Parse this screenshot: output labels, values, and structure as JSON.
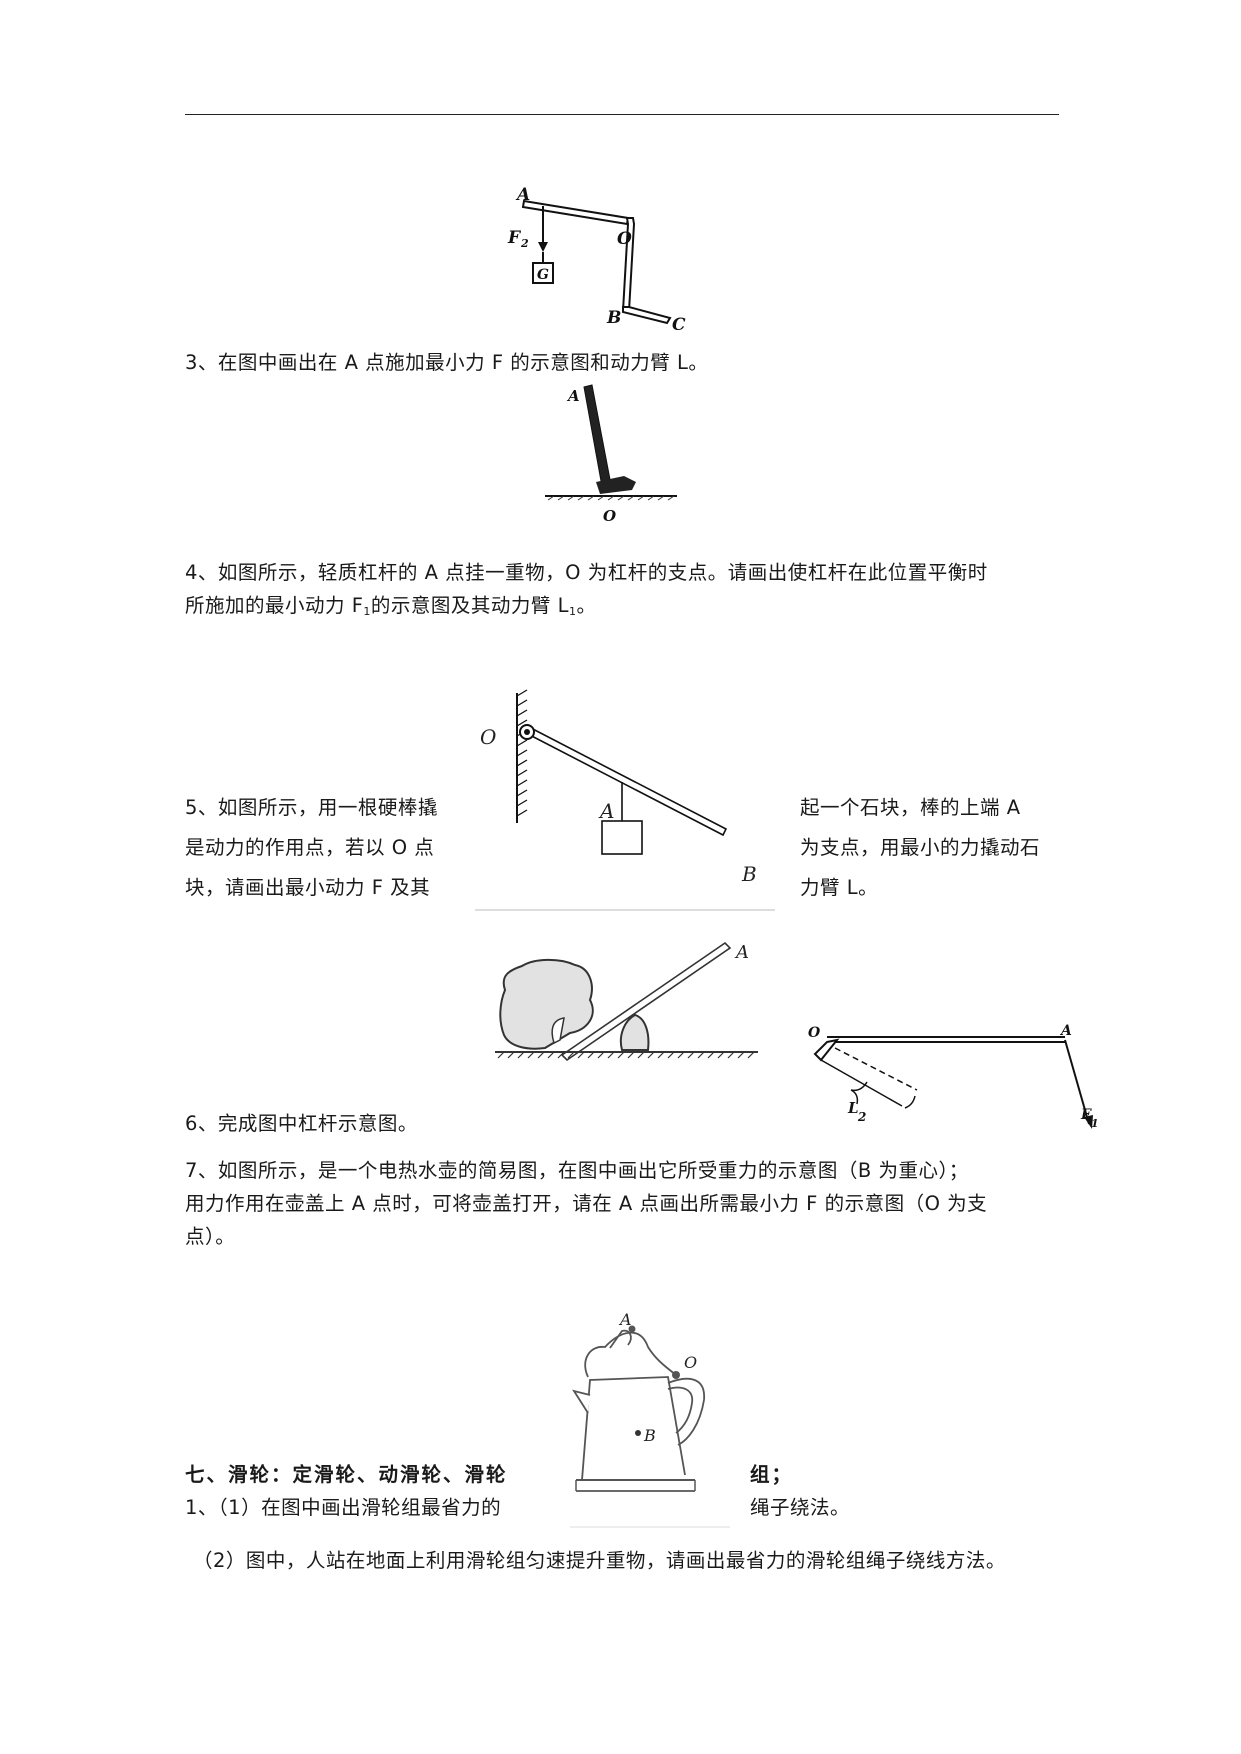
{
  "q3": {
    "text": "3、在图中画出在 A 点施加最小力 F 的示意图和动力臂 L。"
  },
  "q4": {
    "line1": "4、如图所示，轻质杠杆的 A 点挂一重物，O 为杠杆的支点。请画出使杠杆在此位置平衡时",
    "line2_a": "所施加的最小动力 F",
    "line2_b": "的示意图及其动力臂 L",
    "line2_c": "。",
    "sub1": "1",
    "sub2": "1"
  },
  "q5": {
    "left1": "5、如图所示，用一根硬棒撬",
    "left2": "是动力的作用点，若以 O 点",
    "left3": "块，请画出最小动力 F 及其",
    "right1": "起一个石块，棒的上端 A",
    "right2": "为支点，用最小的力撬动石",
    "right3": "力臂 L。"
  },
  "q6": {
    "text": "6、完成图中杠杆示意图。"
  },
  "q7": {
    "line1": "7、如图所示，是一个电热水壶的简易图，在图中画出它所受重力的示意图（B 为重心）；",
    "line2": "用力作用在壶盖上 A 点时，可将壶盖打开，请在 A 点画出所需最小力 F 的示意图（O 为支",
    "line3": "点）。"
  },
  "section7": {
    "left": "七、滑轮：定滑轮、动滑轮、滑轮",
    "right": "组；"
  },
  "p1": {
    "left": "1、（1）在图中画出滑轮组最省力的",
    "right": "绳子绕法。"
  },
  "p2": {
    "text": "（2）图中，人站在地面上利用滑轮组匀速提升重物，请画出最省力的滑轮组绳子绕线方法。"
  },
  "figures": {
    "fig1": {
      "A": "A",
      "F2": "F",
      "F2_sub": "2",
      "G": "G",
      "O": "O",
      "B": "B",
      "C": "C"
    },
    "fig2": {
      "A": "A",
      "O": "O"
    },
    "fig3": {
      "O": "O",
      "A": "A",
      "B": "B"
    },
    "fig4": {
      "A": "A"
    },
    "fig5": {
      "O": "O",
      "A": "A",
      "L2": "L",
      "L2_sub": "2",
      "F1": "F",
      "F1_sub": "1"
    },
    "fig6": {
      "A": "A",
      "O": "O",
      "B": "B"
    }
  }
}
